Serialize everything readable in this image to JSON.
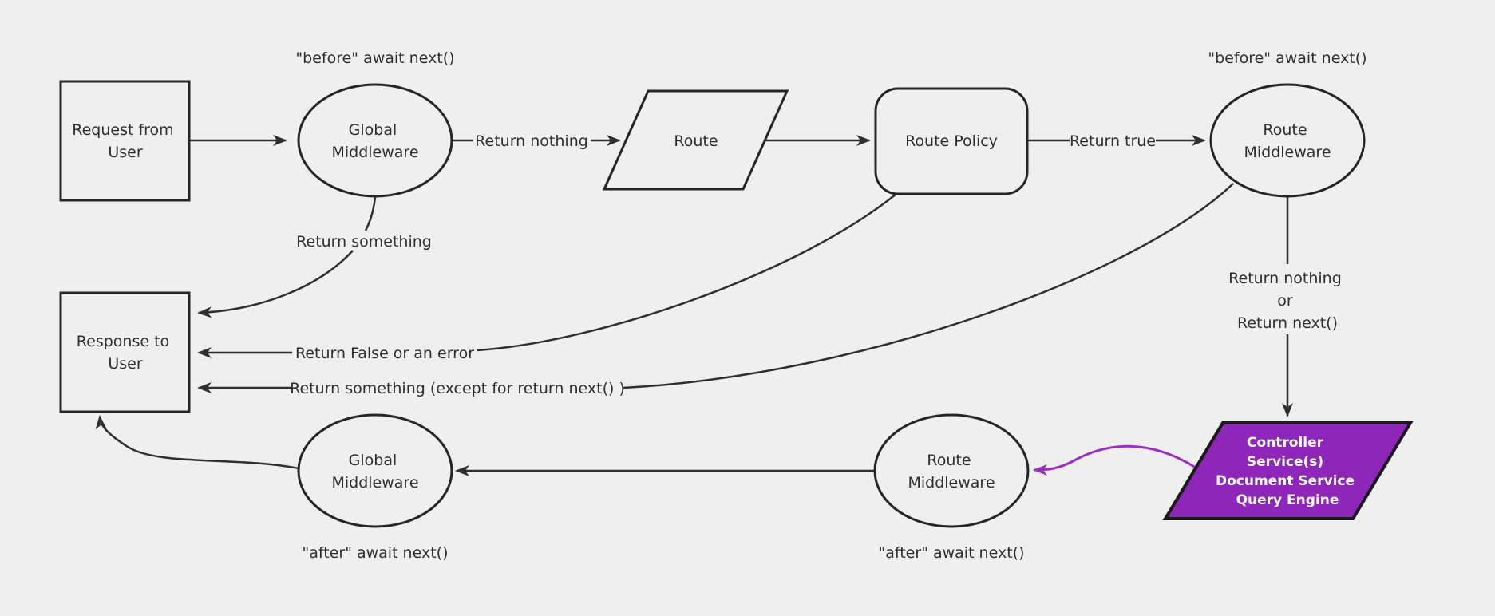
{
  "colors": {
    "background": "#efefef",
    "node_fill": "#efefef",
    "node_stroke": "#262626",
    "edge_stroke": "#2f2f2f",
    "text": "#2e2e2e",
    "accent_fill": "#8e26b9",
    "accent_stroke": "#1a1a1a",
    "accent_arrow": "#9b2fc4",
    "accent_text": "#ffffff"
  },
  "nodes": {
    "request": {
      "line1": "Request from",
      "line2": "User"
    },
    "global_mw_top": {
      "line1": "Global",
      "line2": "Middleware"
    },
    "route": {
      "label": "Route"
    },
    "route_policy": {
      "label": "Route Policy"
    },
    "route_mw_top": {
      "line1": "Route",
      "line2": "Middleware"
    },
    "response": {
      "line1": "Response to",
      "line2": "User"
    },
    "controller": {
      "line1": "Controller",
      "line2": "Service(s)",
      "line3": "Document Service",
      "line4": "Query Engine"
    },
    "route_mw_bottom": {
      "line1": "Route",
      "line2": "Middleware"
    },
    "global_mw_bottom": {
      "line1": "Global",
      "line2": "Middleware"
    }
  },
  "edge_labels": {
    "before_await_left": "\"before\" await next()",
    "before_await_right": "\"before\" await next()",
    "return_nothing": "Return nothing",
    "return_true": "Return true",
    "return_something": "Return something",
    "return_false": "Return False or an error",
    "return_something_except": "Return something (except for return next() )",
    "return_nothing_or_line1": "Return nothing",
    "return_nothing_or_line2": "or",
    "return_nothing_or_line3": "Return next()",
    "after_await_left": "\"after\" await next()",
    "after_await_right": "\"after\" await next()"
  }
}
